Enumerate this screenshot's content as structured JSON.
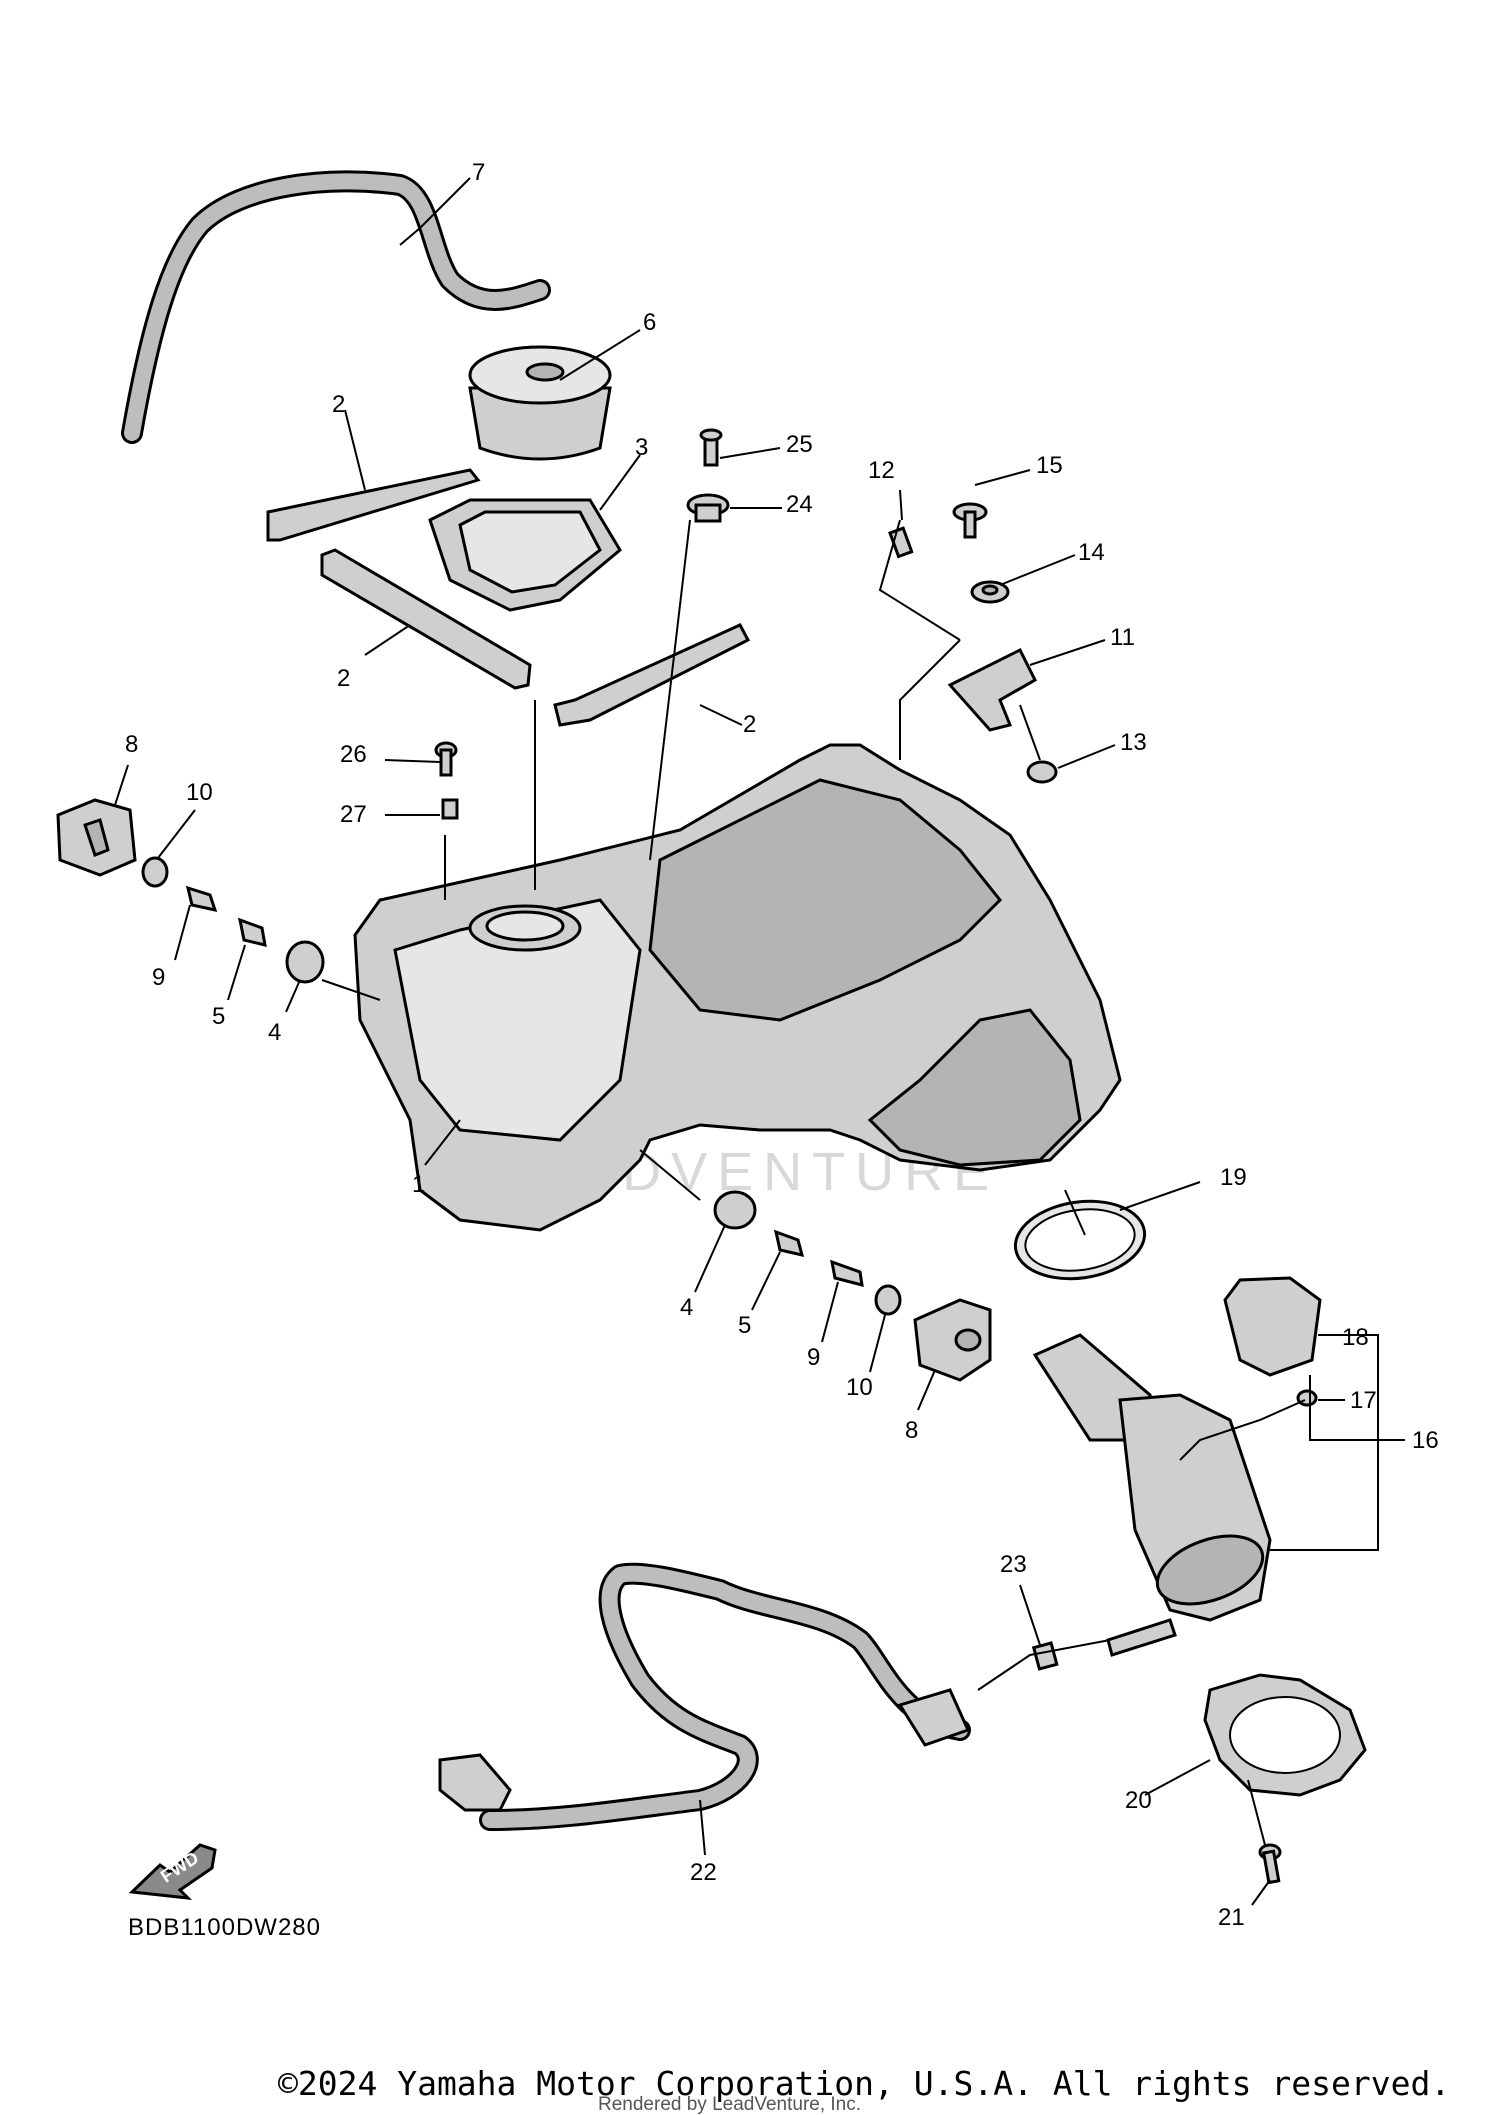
{
  "diagram_code": "BDB1100DW280",
  "fwd_label": "FWD",
  "watermark_text": "LEADVENTURE",
  "copyright": "©2024 Yamaha Motor Corporation, U.S.A. All rights reserved.",
  "renderer_credit": "Rendered by LeadVenture, Inc.",
  "callouts": {
    "c1": "1",
    "c2a": "2",
    "c2b": "2",
    "c2c": "2",
    "c3": "3",
    "c4a": "4",
    "c4b": "4",
    "c5a": "5",
    "c5b": "5",
    "c6": "6",
    "c7": "7",
    "c8a": "8",
    "c8b": "8",
    "c9a": "9",
    "c9b": "9",
    "c10a": "10",
    "c10b": "10",
    "c11": "11",
    "c12": "12",
    "c13": "13",
    "c14": "14",
    "c15": "15",
    "c16": "16",
    "c17": "17",
    "c18": "18",
    "c19": "19",
    "c20": "20",
    "c21": "21",
    "c22": "22",
    "c23": "23",
    "c24": "24",
    "c25": "25",
    "c26": "26",
    "c27": "27"
  },
  "colors": {
    "part_fill": "#cfcfcf",
    "part_dark": "#b4b4b4",
    "line": "#000000"
  }
}
